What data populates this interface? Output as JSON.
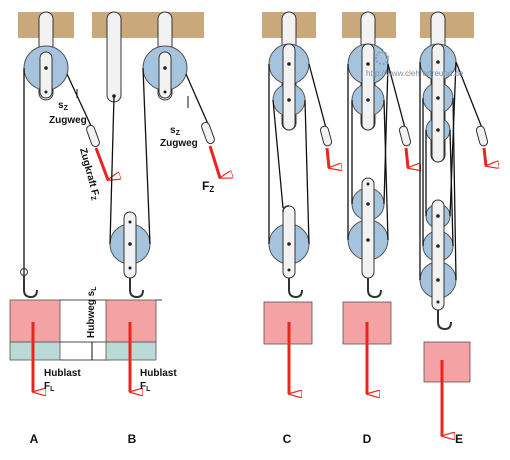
{
  "watermark": {
    "pre": "http://www.",
    "highlight": "c",
    "post": "lehrerfreund.de"
  },
  "labels": {
    "sz": "s",
    "sz_sub": "Z",
    "zugweg": "Zugweg",
    "zugkraft": "Zugkraft F",
    "zugkraft_sub": "Z",
    "fz": "F",
    "fz_sub": "Z",
    "hubweg": "Hubweg s",
    "hubweg_sub": "L",
    "hublast": "Hublast",
    "fl": "F",
    "fl_sub": "L"
  },
  "panels": [
    "A",
    "B",
    "C",
    "D",
    "E"
  ],
  "colors": {
    "ceiling": "#c9a97c",
    "pulley": "#a6c3de",
    "load": "#f4a2a3",
    "lifted_band": "#b9dad6",
    "force_arrow": "#e8261d",
    "rope": "#111111"
  }
}
